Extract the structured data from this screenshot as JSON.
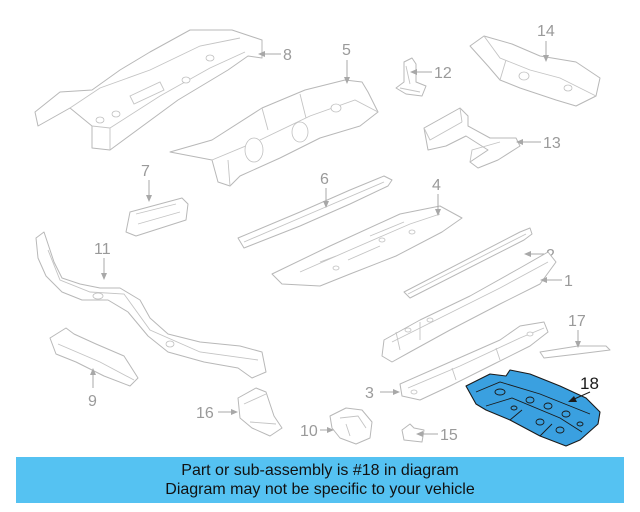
{
  "diagram": {
    "callouts": [
      "1",
      "2",
      "3",
      "4",
      "5",
      "6",
      "7",
      "8",
      "9",
      "10",
      "11",
      "12",
      "13",
      "14",
      "15",
      "16",
      "17",
      "18"
    ],
    "highlighted_part": "18",
    "highlight_color": "#3aa0e0",
    "outline_color": "#b8b8b8"
  },
  "banner": {
    "line1": "Part or sub-assembly is #18 in diagram",
    "line2": "Diagram may not be specific to your vehicle",
    "background": "#55c2f2"
  }
}
